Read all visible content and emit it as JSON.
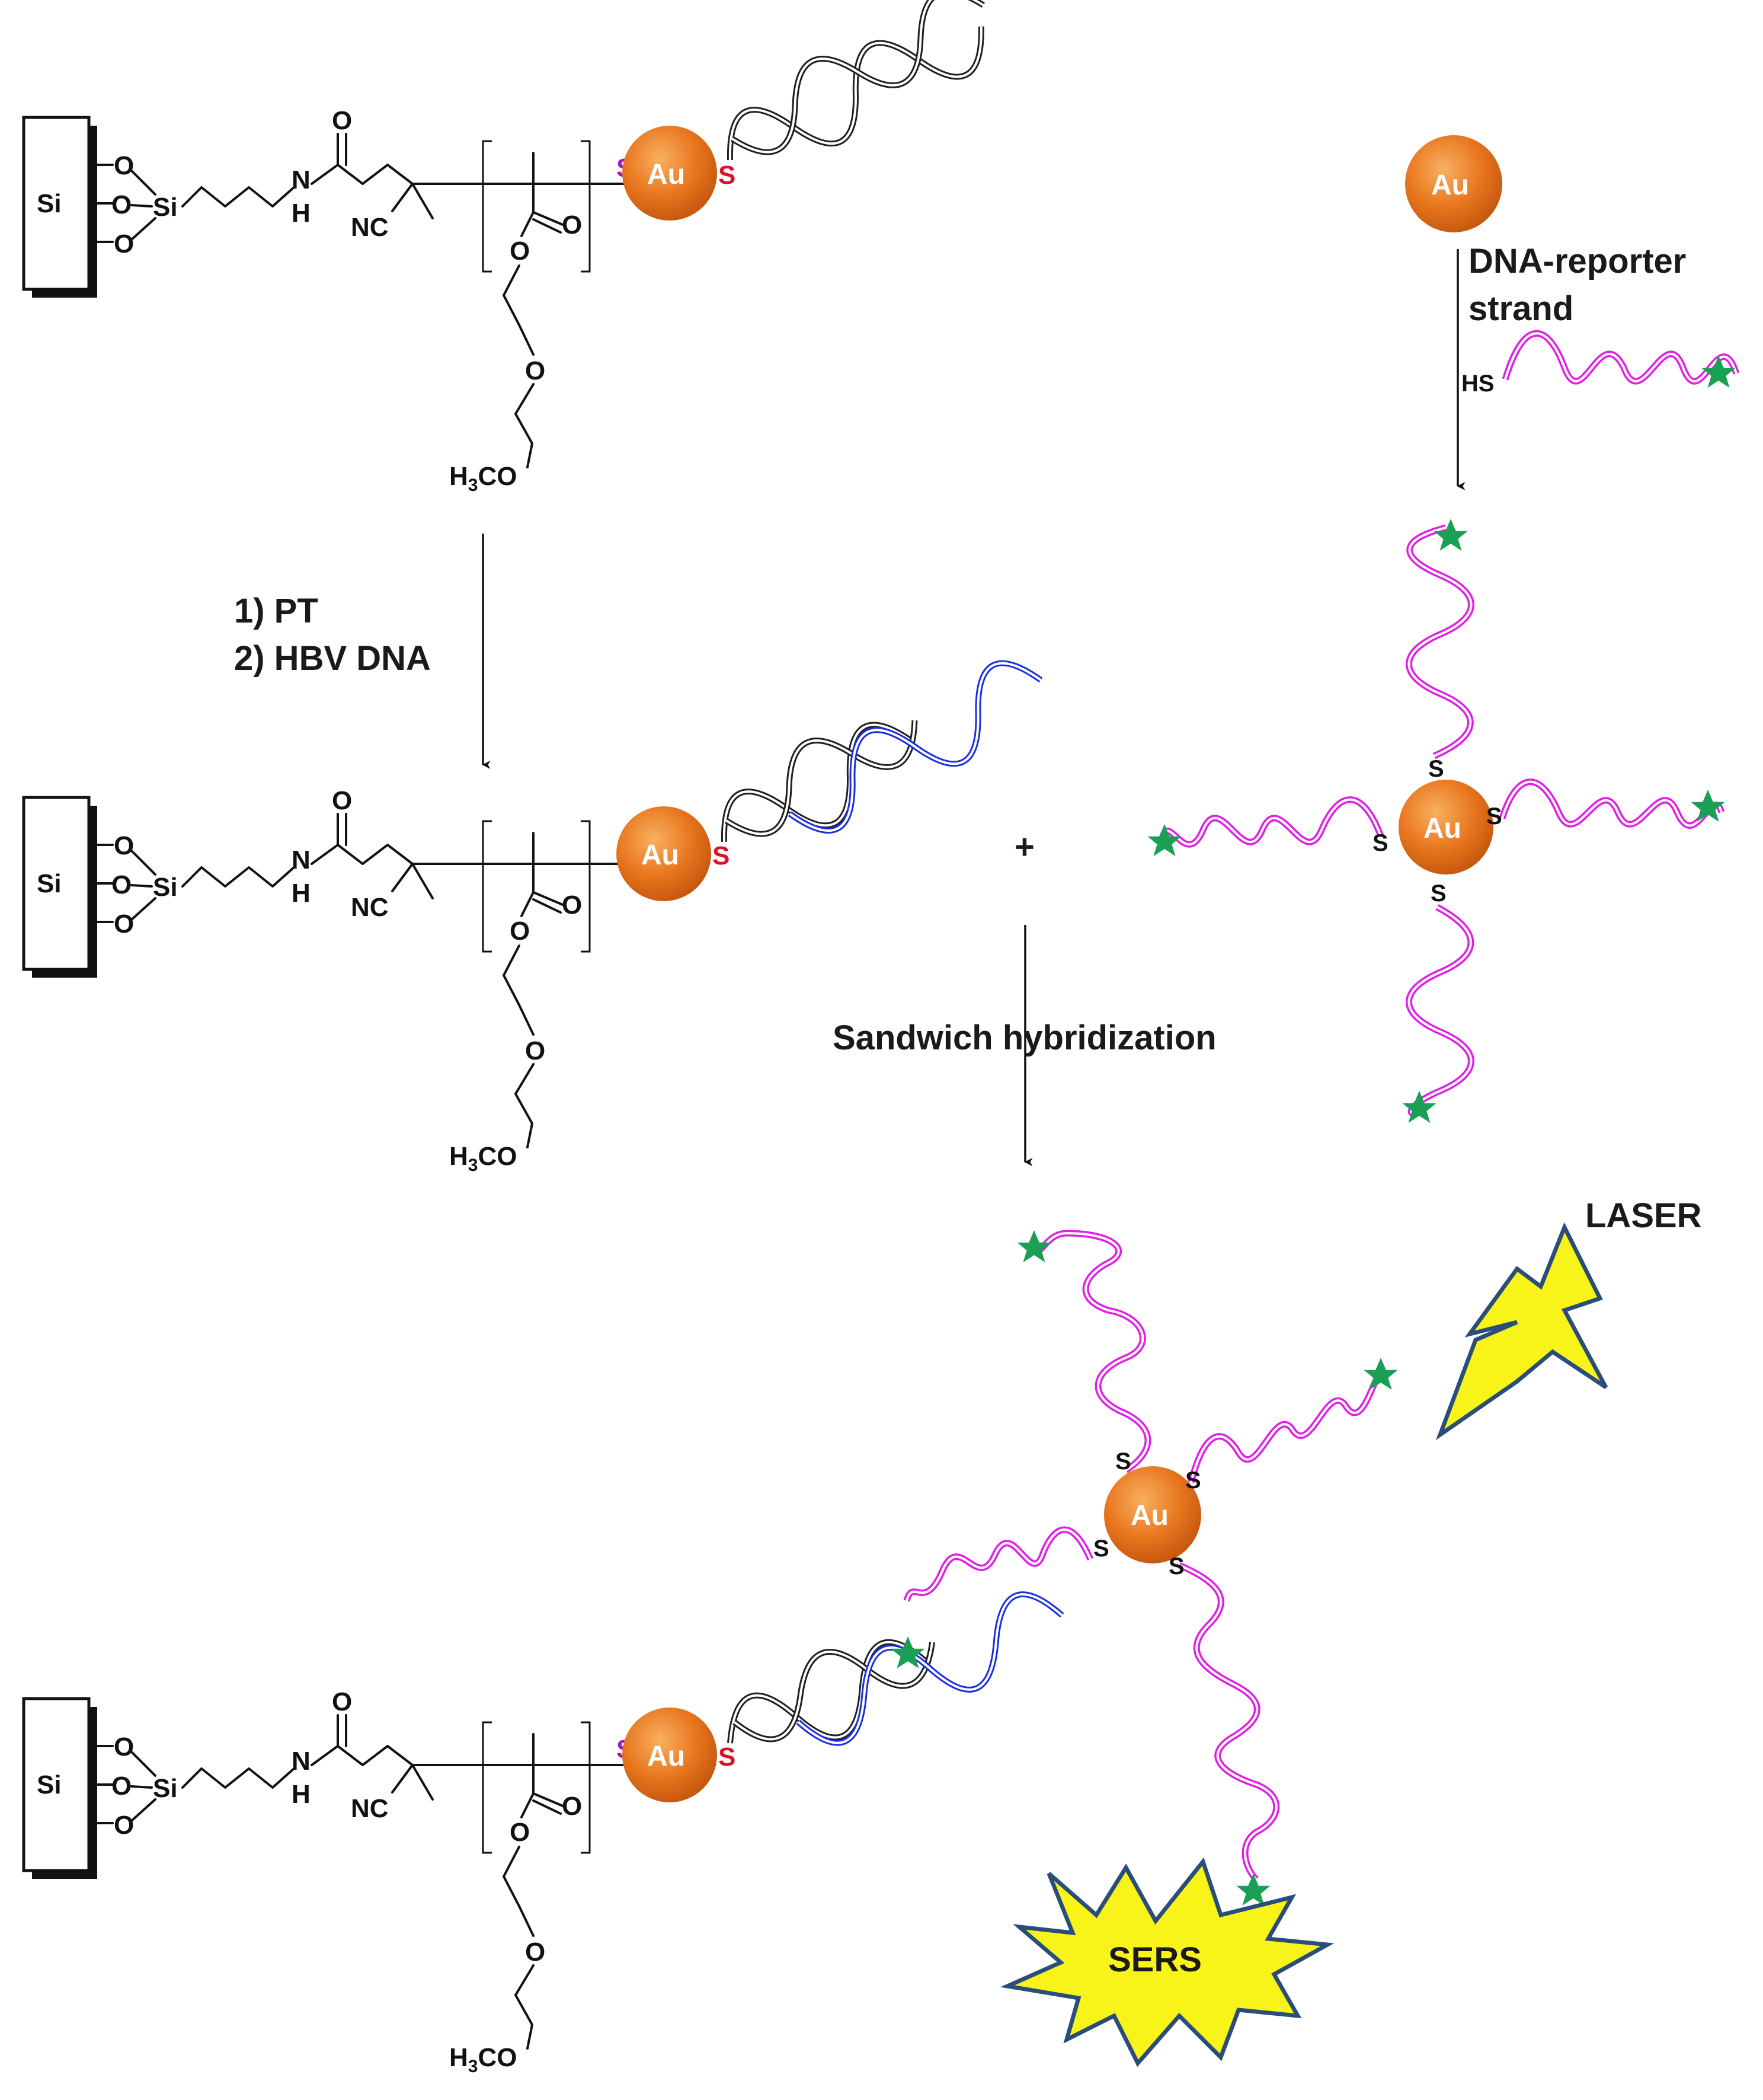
{
  "labels": {
    "step_1": "1) PT",
    "step_2": "2) HBV DNA",
    "reporter_line1": "DNA-reporter",
    "reporter_line2": "strand",
    "thiol": "HS",
    "plus": "+",
    "sandwich": "Sandwich hybridization",
    "laser": "LASER",
    "sers": "SERS"
  },
  "chem": {
    "si": "Si",
    "o": "O",
    "n": "N",
    "h": "H",
    "nc": "NC",
    "h3co_h": "H",
    "h3co_3": "3",
    "h3co_co": "CO",
    "s": "S"
  },
  "particle": {
    "label": "Au"
  },
  "colors": {
    "gold": "#e8761e",
    "gold_light": "#f6a64e",
    "probe_strand": "#1f1f1f",
    "target_strand": "#1a2ee0",
    "reporter_strand": "#e01ee6",
    "star": "#19a055",
    "burst_fill": "#f8f41a",
    "burst_stroke": "#2a4d7a",
    "s_linker": "#9b1fb0",
    "s_dna": "#e0102a"
  },
  "icons": [
    "star-icon",
    "lightning-icon",
    "burst-icon"
  ]
}
